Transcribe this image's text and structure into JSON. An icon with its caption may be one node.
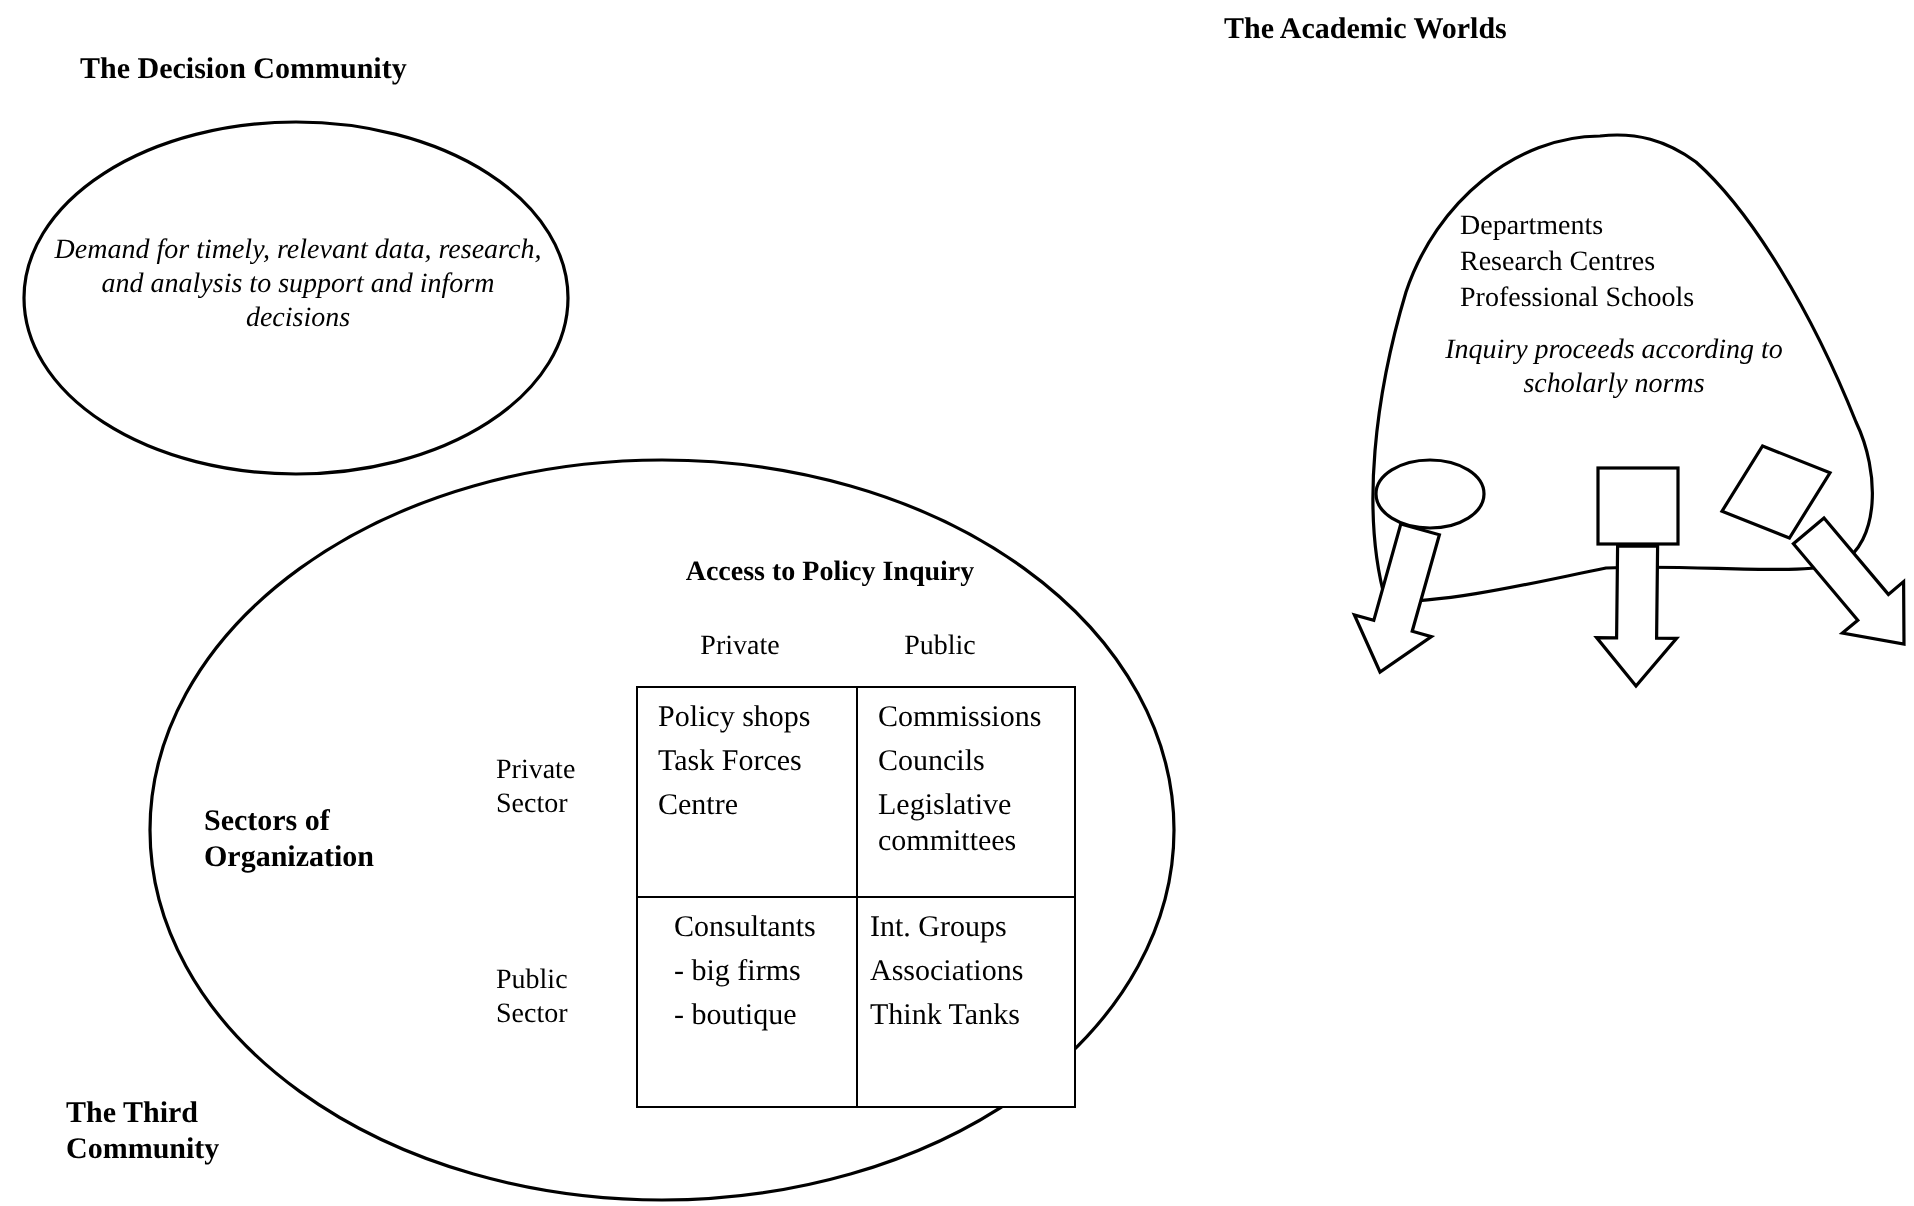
{
  "diagram": {
    "nodes": [
      {
        "text": [
          "The Decision Community",
          "Demand for timely, relevant data, research, and analysis to support and inform decisions"
        ]
      },
      {
        "text": [
          "The Academic Worlds",
          "Departments",
          "Research Centres",
          "Professional Schools",
          "Inquiry proceeds according to scholarly norms"
        ]
      },
      {
        "text": [
          "The Third Community"
        ]
      },
      {
        "text": [
          "Policy shops",
          "Task Forces",
          "Centre"
        ],
        "in": 2
      },
      {
        "text": [
          "Commissions",
          "Councils",
          "Legislative committees"
        ],
        "in": 2
      },
      {
        "text": [
          "Consultants",
          "- big firms",
          "- boutique"
        ],
        "in": 2
      },
      {
        "text": [
          "Int. Groups",
          "Associations",
          "Think Tanks"
        ],
        "in": 2
      },
      {
        "text": [],
        "shape": "circle",
        "in": 1
      },
      {
        "text": [],
        "shape": "box",
        "in": 1
      },
      {
        "text": [],
        "shape": "diamond",
        "in": 1
      }
    ],
    "edges": [
      {
        "from": 7,
        "to": null,
        "arrow": "to",
        "style": "thick"
      },
      {
        "from": 8,
        "to": null,
        "arrow": "to",
        "style": "thick"
      },
      {
        "from": 9,
        "to": null,
        "arrow": "to",
        "style": "thick"
      }
    ],
    "labels": [
      "Access to Policy Inquiry",
      "Private",
      "Public",
      "Private Sector",
      "Sectors of Organization",
      "Public Sector"
    ]
  }
}
